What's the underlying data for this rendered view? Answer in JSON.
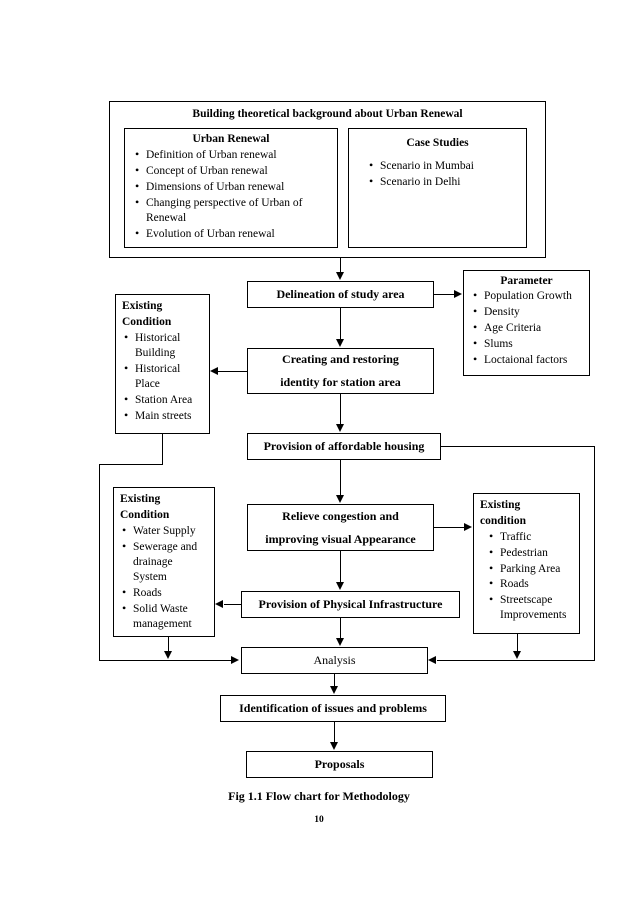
{
  "figure": {
    "caption": "Fig 1.1 Flow chart for Methodology",
    "page_number": "10"
  },
  "chart_data": {
    "type": "diagram",
    "title": "Fig 1.1 Flow chart for Methodology",
    "nodes": [
      {
        "id": "theory",
        "label": "Building theoretical background about Urban Renewal",
        "kind": "group-header"
      },
      {
        "id": "urban-renewal",
        "label": "Urban Renewal",
        "kind": "sub-box"
      },
      {
        "id": "case-studies",
        "label": "Case Studies",
        "kind": "sub-box"
      },
      {
        "id": "delineation",
        "label": "Delineation of study area",
        "kind": "process"
      },
      {
        "id": "parameter",
        "label": "Parameter",
        "kind": "side-box"
      },
      {
        "id": "existing-condition-1",
        "label": "Existing Condition",
        "kind": "side-box"
      },
      {
        "id": "creating-identity",
        "label": "Creating and restoring identity for station area",
        "kind": "process"
      },
      {
        "id": "affordable-housing",
        "label": "Provision of affordable housing",
        "kind": "process"
      },
      {
        "id": "existing-condition-2",
        "label": "Existing Condition",
        "kind": "side-box"
      },
      {
        "id": "relieve-congestion",
        "label": "Relieve congestion and improving visual Appearance",
        "kind": "process"
      },
      {
        "id": "existing-condition-3",
        "label": "Existing condition",
        "kind": "side-box"
      },
      {
        "id": "physical-infrastructure",
        "label": "Provision of Physical Infrastructure",
        "kind": "process"
      },
      {
        "id": "analysis",
        "label": "Analysis",
        "kind": "process"
      },
      {
        "id": "identification",
        "label": "Identification of issues and problems",
        "kind": "process"
      },
      {
        "id": "proposals",
        "label": "Proposals",
        "kind": "terminal"
      }
    ],
    "edges": [
      {
        "from": "theory",
        "to": "delineation"
      },
      {
        "from": "delineation",
        "to": "parameter"
      },
      {
        "from": "delineation",
        "to": "creating-identity"
      },
      {
        "from": "creating-identity",
        "to": "existing-condition-1"
      },
      {
        "from": "creating-identity",
        "to": "affordable-housing"
      },
      {
        "from": "affordable-housing",
        "to": "relieve-congestion"
      },
      {
        "from": "affordable-housing",
        "to": "analysis"
      },
      {
        "from": "existing-condition-1",
        "to": "analysis"
      },
      {
        "from": "relieve-congestion",
        "to": "existing-condition-3"
      },
      {
        "from": "relieve-congestion",
        "to": "physical-infrastructure"
      },
      {
        "from": "physical-infrastructure",
        "to": "existing-condition-2"
      },
      {
        "from": "physical-infrastructure",
        "to": "analysis"
      },
      {
        "from": "existing-condition-2",
        "to": "analysis"
      },
      {
        "from": "existing-condition-3",
        "to": "analysis"
      },
      {
        "from": "analysis",
        "to": "identification"
      },
      {
        "from": "identification",
        "to": "proposals"
      }
    ]
  },
  "theory_group": {
    "header": "Building theoretical background about Urban Renewal",
    "urban_renewal": {
      "title": "Urban Renewal",
      "items": [
        "Definition of Urban renewal",
        "Concept of Urban renewal",
        "Dimensions of Urban renewal",
        "Changing perspective of Urban of Renewal",
        "Evolution of Urban renewal"
      ]
    },
    "case_studies": {
      "title": "Case Studies",
      "items": [
        "Scenario in Mumbai",
        "Scenario in Delhi"
      ]
    }
  },
  "flow": {
    "delineation": "Delineation of study area",
    "creating_identity_line1": "Creating and restoring",
    "creating_identity_line2": "identity for station area",
    "affordable_housing": "Provision of affordable housing",
    "relieve_line1": "Relieve congestion and",
    "relieve_line2": "improving visual Appearance",
    "physical_infrastructure": "Provision of Physical Infrastructure",
    "analysis": "Analysis",
    "identification": "Identification of issues and problems",
    "proposals": "Proposals"
  },
  "parameter_box": {
    "title": "Parameter",
    "items": [
      "Population Growth",
      "Density",
      "Age Criteria",
      "Slums",
      "Loctaional factors"
    ]
  },
  "existing_condition_1": {
    "title_line1": "Existing",
    "title_line2": "Condition",
    "items": [
      "Historical Building",
      "Historical Place",
      "Station Area",
      "Main streets"
    ]
  },
  "existing_condition_2": {
    "title_line1": "Existing",
    "title_line2": "Condition",
    "items": [
      "Water Supply",
      "Sewerage and drainage System",
      "Roads",
      "Solid Waste management"
    ]
  },
  "existing_condition_3": {
    "title_line1": "Existing",
    "title_line2": "condition",
    "items": [
      "Traffic",
      "Pedestrian",
      "Parking Area",
      "Roads",
      "Streetscape Improvements"
    ]
  }
}
